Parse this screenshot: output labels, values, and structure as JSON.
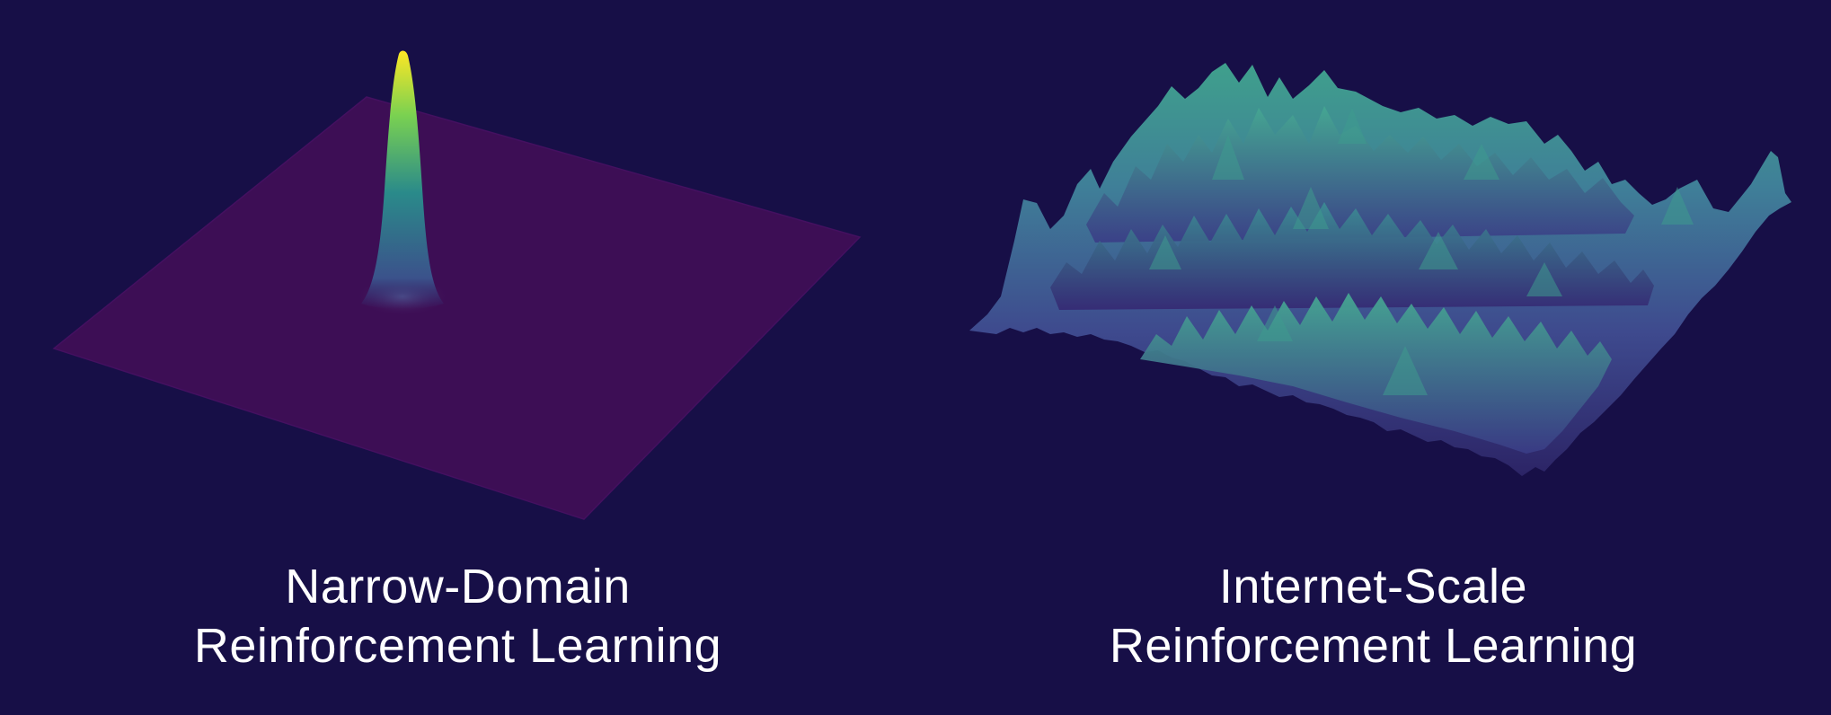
{
  "colors": {
    "background": "#170f47",
    "plane": "#3d0e55",
    "peak_low": "#3b528b",
    "peak_high": "#fde725",
    "terrain_low": "#3a2f7a",
    "terrain_high": "#3d9a8c"
  },
  "left_panel": {
    "caption_line1": "Narrow-Domain",
    "caption_line2": "Reinforcement Learning"
  },
  "right_panel": {
    "caption_line1": "Internet-Scale",
    "caption_line2": "Reinforcement Learning"
  }
}
